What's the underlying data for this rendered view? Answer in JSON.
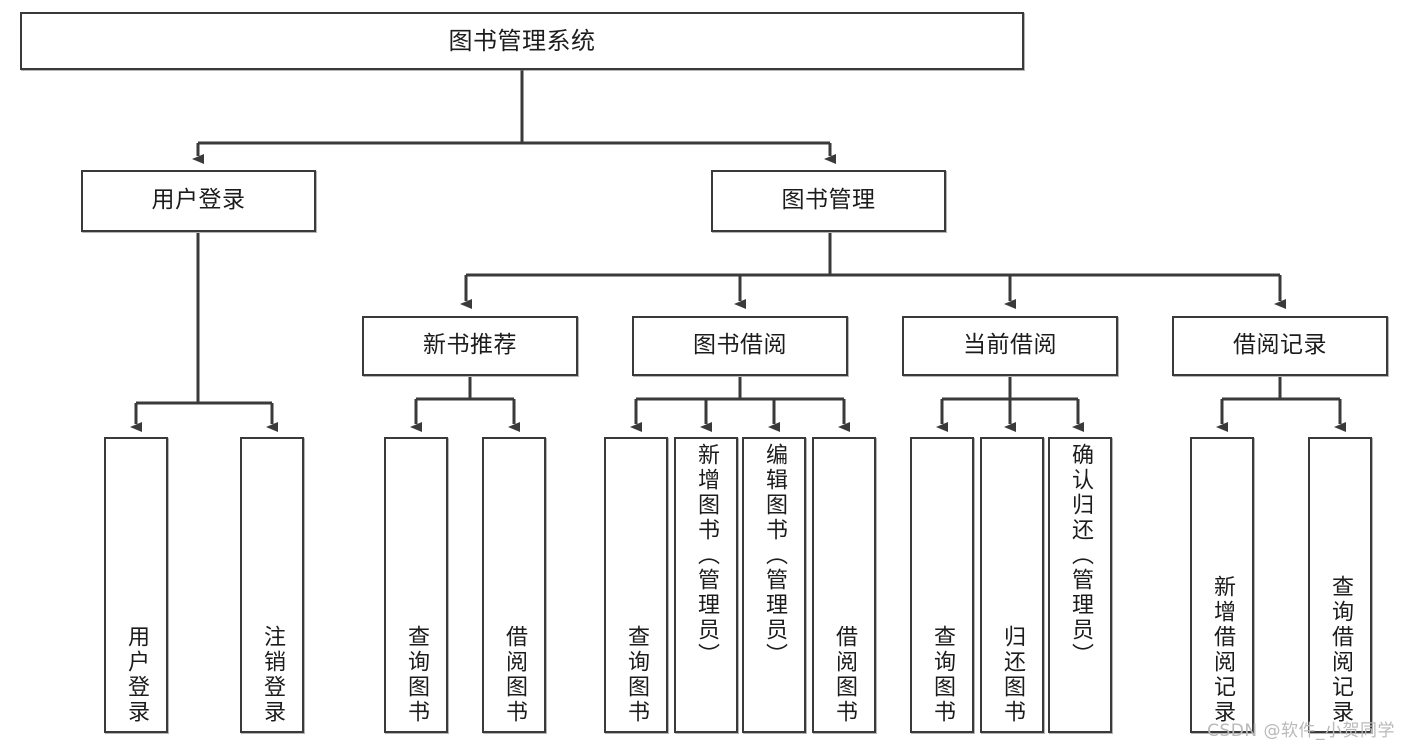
{
  "diagram": {
    "title": "图书管理系统",
    "type": "功能结构图",
    "colors": {
      "box_border": "#3a3a3a",
      "box_fill": "#ffffff",
      "line": "#3a3a3a",
      "text": "#1c1c1c",
      "watermark": "#b9b9b9"
    },
    "watermark": "CSDN @软件_小贺同学",
    "root": {
      "label": "图书管理系统"
    },
    "level2": [
      {
        "label": "用户登录"
      },
      {
        "label": "图书管理"
      }
    ],
    "level3": [
      {
        "label": "新书推荐"
      },
      {
        "label": "图书借阅"
      },
      {
        "label": "当前借阅"
      },
      {
        "label": "借阅记录"
      }
    ],
    "leaves": {
      "user_login": [
        {
          "label": "用户登录"
        },
        {
          "label": "注销登录"
        }
      ],
      "new_book": [
        {
          "label": "查询图书"
        },
        {
          "label": "借阅图书"
        }
      ],
      "book_borrow": [
        {
          "label": "查询图书"
        },
        {
          "label": "新增图书（管理员）"
        },
        {
          "label": "编辑图书（管理员）"
        },
        {
          "label": "借阅图书"
        }
      ],
      "current_borrow": [
        {
          "label": "查询图书"
        },
        {
          "label": "归还图书"
        },
        {
          "label": "确认归还（管理员）"
        }
      ],
      "borrow_record": [
        {
          "label": "新增借阅记录"
        },
        {
          "label": "查询借阅记录"
        }
      ]
    }
  }
}
